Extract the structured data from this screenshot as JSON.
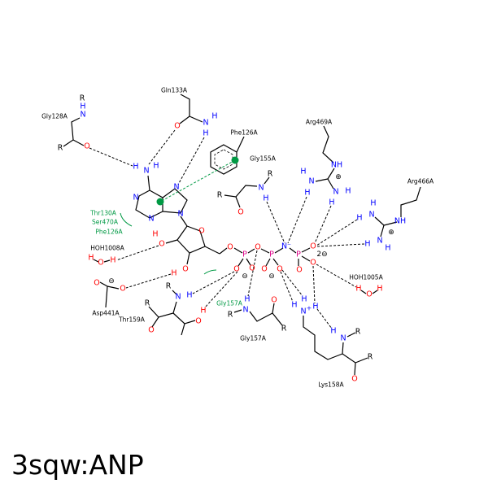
{
  "title": "3sqw:ANP",
  "symbols": {
    "N": "N",
    "O": "O",
    "H": "H",
    "P": "P",
    "R": "R",
    "NH": "NH",
    "Nminus": "N⁻",
    "plus": "⊕",
    "minus": "⊖",
    "two_minus": "2⊖",
    "Hplus": "+"
  },
  "residues": {
    "gly128": "Gly128A",
    "gln133": "Gln133A",
    "phe126": "Phe126A",
    "gly155": "Gly155A",
    "arg469": "Arg469A",
    "arg466": "Arg466A",
    "hoh1008": "HOH1008A",
    "hoh1005": "HOH1005A",
    "asp441": "Asp441A",
    "thr159": "Thr159A",
    "gly157": "Gly157A",
    "lys158": "Lys158A"
  },
  "hydrophobic": [
    "Thr130A",
    "Ser470A",
    "Phe126A"
  ],
  "hydrophobic2": "Gly157A",
  "colors": {
    "nitrogen": "#0000ff",
    "oxygen": "#ff0000",
    "phosphorus": "#dd0088",
    "hydrophobic": "#009944"
  }
}
